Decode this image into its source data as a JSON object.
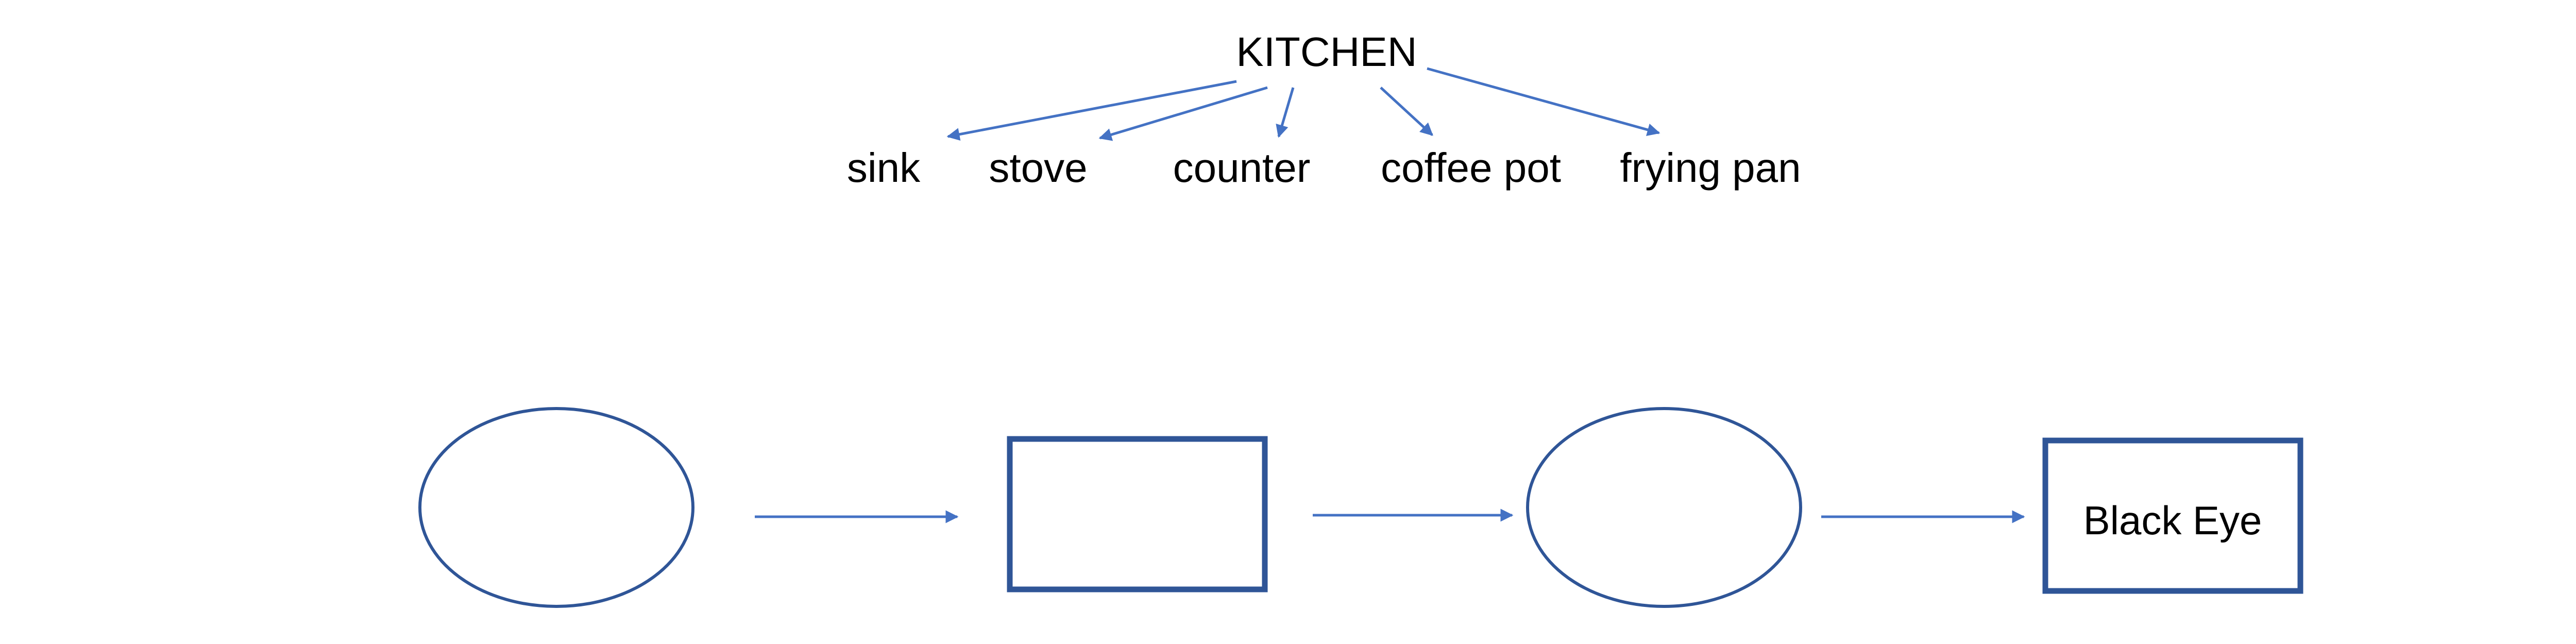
{
  "hierarchy": {
    "root": "KITCHEN",
    "children": [
      "sink",
      "stove",
      "counter",
      "coffee pot",
      "frying pan"
    ]
  },
  "flow": {
    "nodes": [
      {
        "shape": "ellipse",
        "label": ""
      },
      {
        "shape": "rectangle",
        "label": ""
      },
      {
        "shape": "ellipse",
        "label": ""
      },
      {
        "shape": "rectangle",
        "label": "Black Eye"
      }
    ],
    "connector": "arrow"
  },
  "colors": {
    "arrow": "#4472C4",
    "shape_outline": "#2F5597",
    "text": "#000000",
    "background": "#ffffff"
  }
}
